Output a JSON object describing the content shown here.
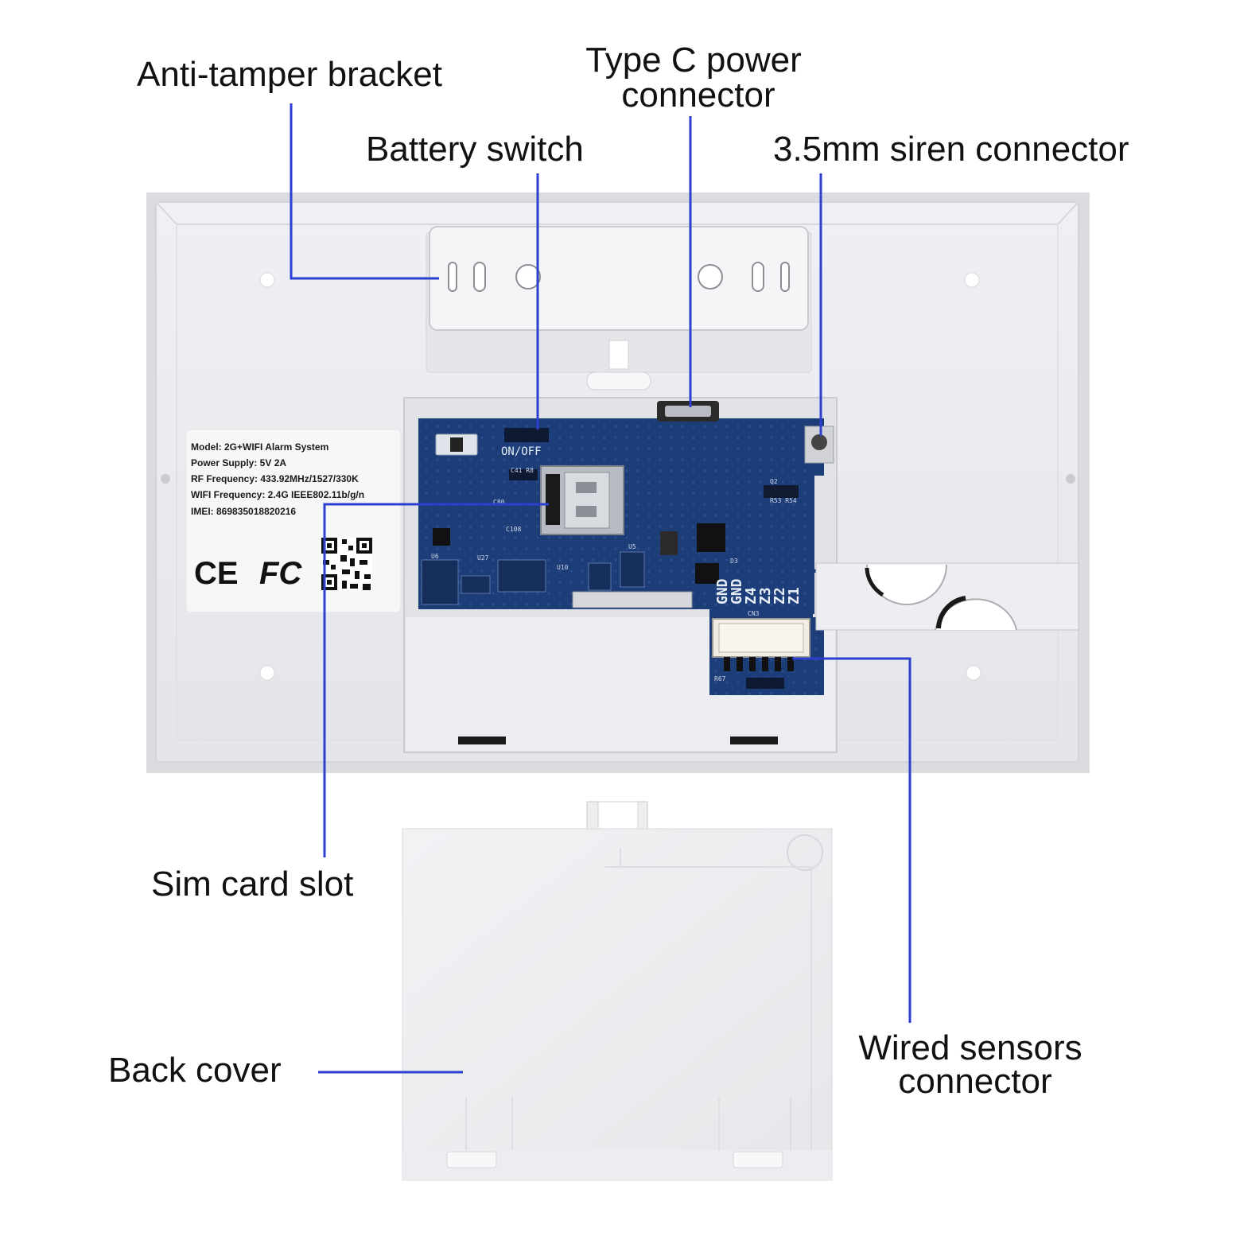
{
  "callouts": {
    "anti_tamper": "Anti-tamper bracket",
    "type_c_line1": "Type C power",
    "type_c_line2": "connector",
    "battery_switch": "Battery switch",
    "siren": "3.5mm siren connector",
    "sim_slot": "Sim card slot",
    "back_cover": "Back cover",
    "wired_line1": "Wired sensors",
    "wired_line2": "connector"
  },
  "device_label": {
    "model": "Model: 2G+WIFI  Alarm System",
    "power": "Power Supply: 5V 2A",
    "rf": "RF Frequency: 433.92MHz/1527/330K",
    "wifi": "WIFI Frequency: 2.4G IEEE802.11b/g/n",
    "imei": "IMEI:   869835018820216",
    "ce_mark": "CE",
    "fc_mark": "FC"
  },
  "pcb": {
    "switch_label": "ON/OFF",
    "terminals": [
      "GND",
      "GND",
      "Z4",
      "Z3",
      "Z2",
      "Z1"
    ]
  },
  "colors": {
    "leader": "#2d3fd0",
    "pcb": "#1d3d78",
    "housing": "#e9ebee"
  }
}
